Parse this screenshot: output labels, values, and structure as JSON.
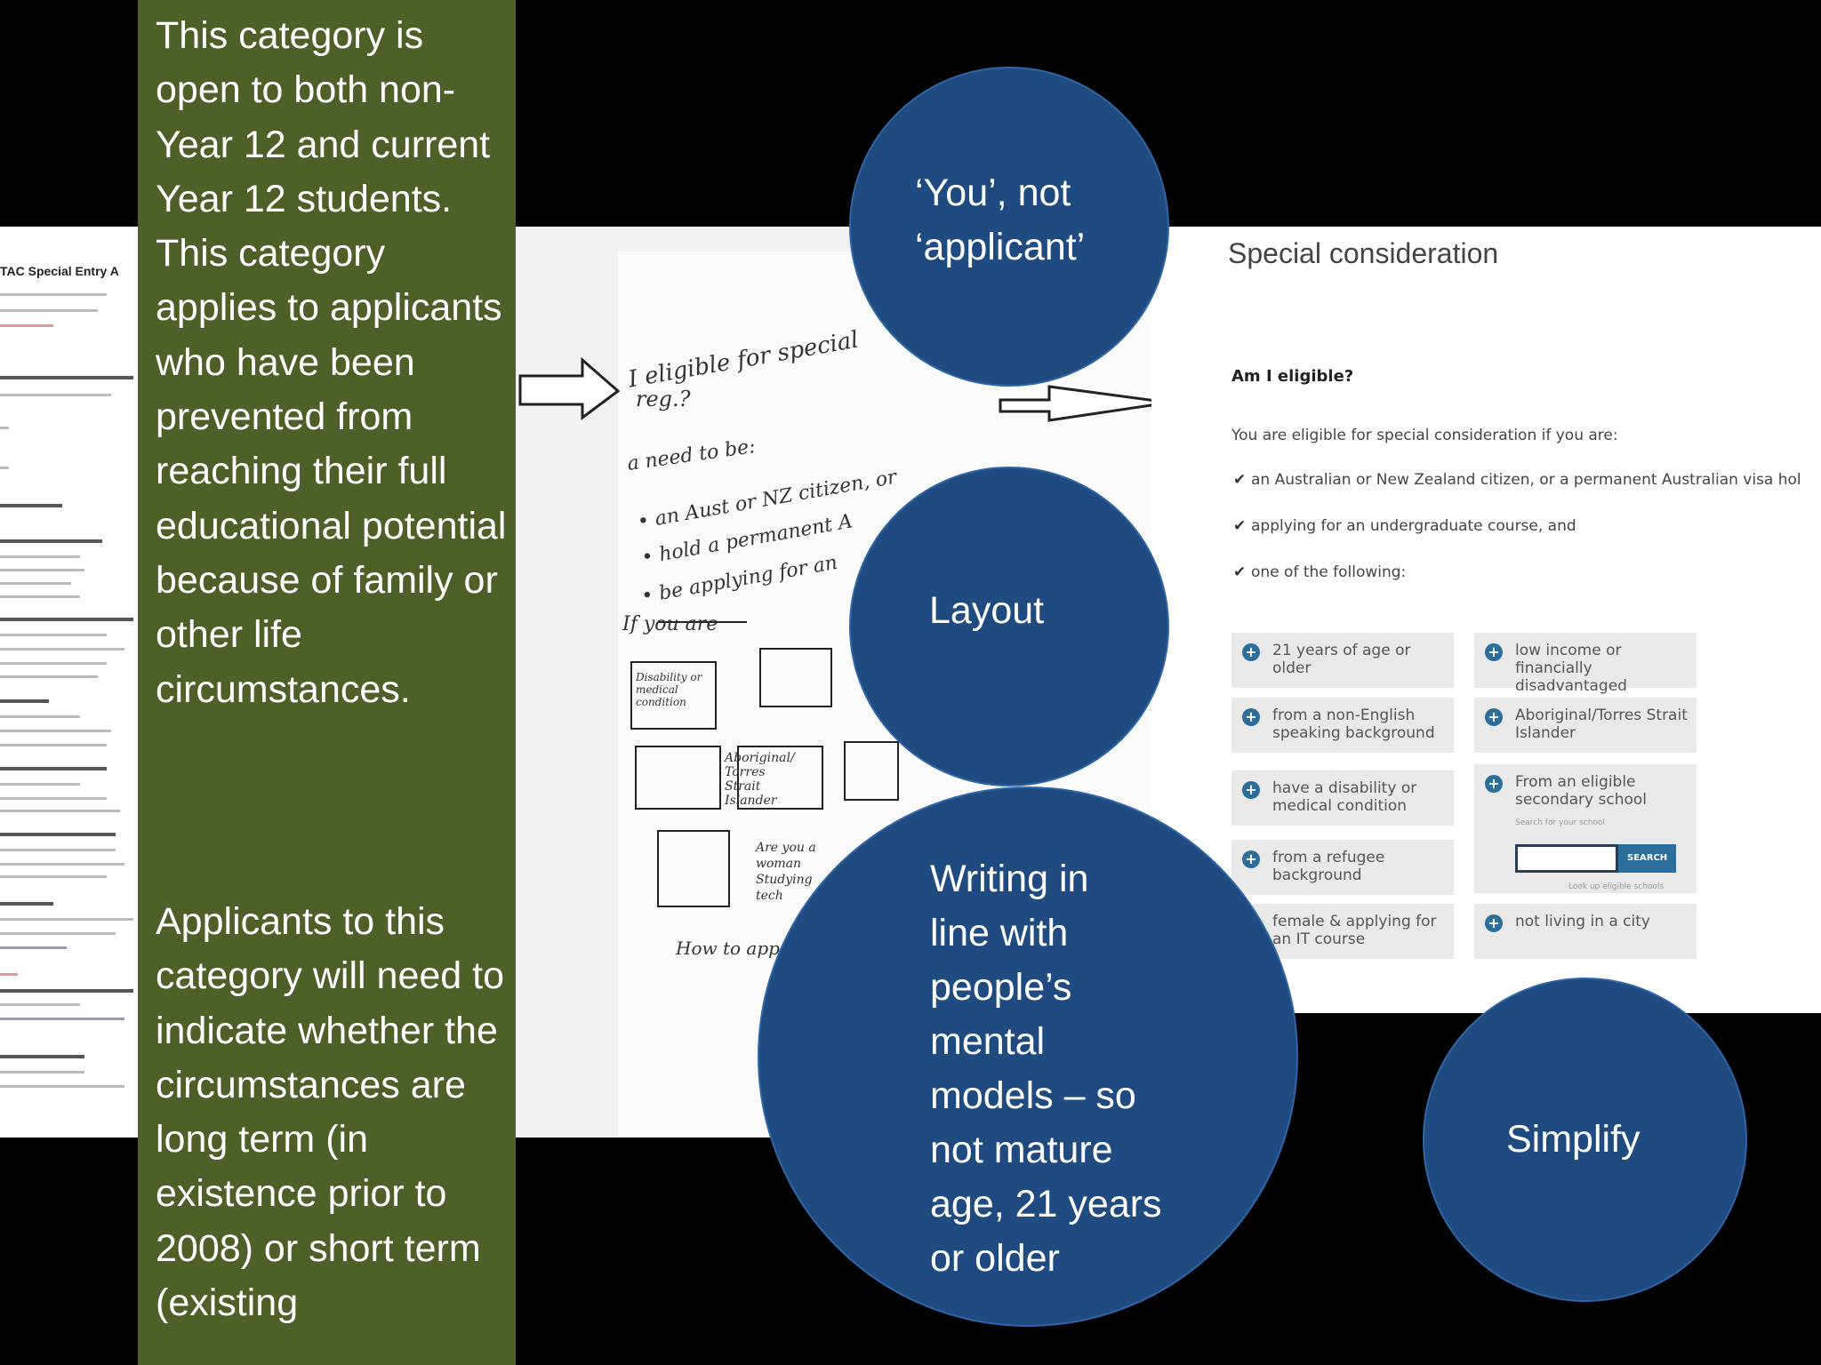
{
  "left_panel": {
    "paragraph1": "This category is open to both non-Year 12 and current Year 12 students. This category applies to applicants who have been prevented from reaching their full educational potential because of family or other life circumstances.",
    "paragraph2": "Applicants to this category will need to indicate whether the circumstances are long term (in existence prior to 2008) or short term (existing"
  },
  "document": {
    "title": "TAC Special Entry A"
  },
  "circles": {
    "c1": "‘You’, not\n‘applicant’",
    "c2": "Layout",
    "c3": "Writing in\nline with\npeople’s\nmental\nmodels – so\nnot mature\nage, 21 years\nor older",
    "c4": "Simplify"
  },
  "sketch": {
    "line1": "I eligible for special",
    "line2": "reg.?",
    "line3": "a need to be:",
    "bullet1": "• an Aust or NZ citizen, or",
    "bullet2": "• hold a permanent A",
    "bullet3": "• be applying for an",
    "line4": "If you are",
    "box1": "Disability or medical condition",
    "box2": "Aboriginal/ Torres Strait Islander",
    "line5": "Are you a woman Studying tech",
    "line6": "How to app"
  },
  "webpage": {
    "title": "Special consideration",
    "question": "Am I eligible?",
    "intro": "You are eligible for special consideration if you are:",
    "criteria": [
      "an Australian or New Zealand citizen, or a permanent Australian visa hol",
      "applying for an undergraduate course, and",
      "one of the following:"
    ],
    "options_left": [
      "21 years of age or older",
      "from a non-English speaking background",
      "have a disability or medical condition",
      "from a refugee background",
      "female & applying for an IT course"
    ],
    "options_right": [
      "low income or financially disadvantaged",
      "Aboriginal/Torres Strait Islander",
      "From an eligible secondary school",
      "not living in a city"
    ],
    "search_label": "Search for your school",
    "search_button": "SEARCH",
    "school_link": "Look up eligible schools"
  }
}
